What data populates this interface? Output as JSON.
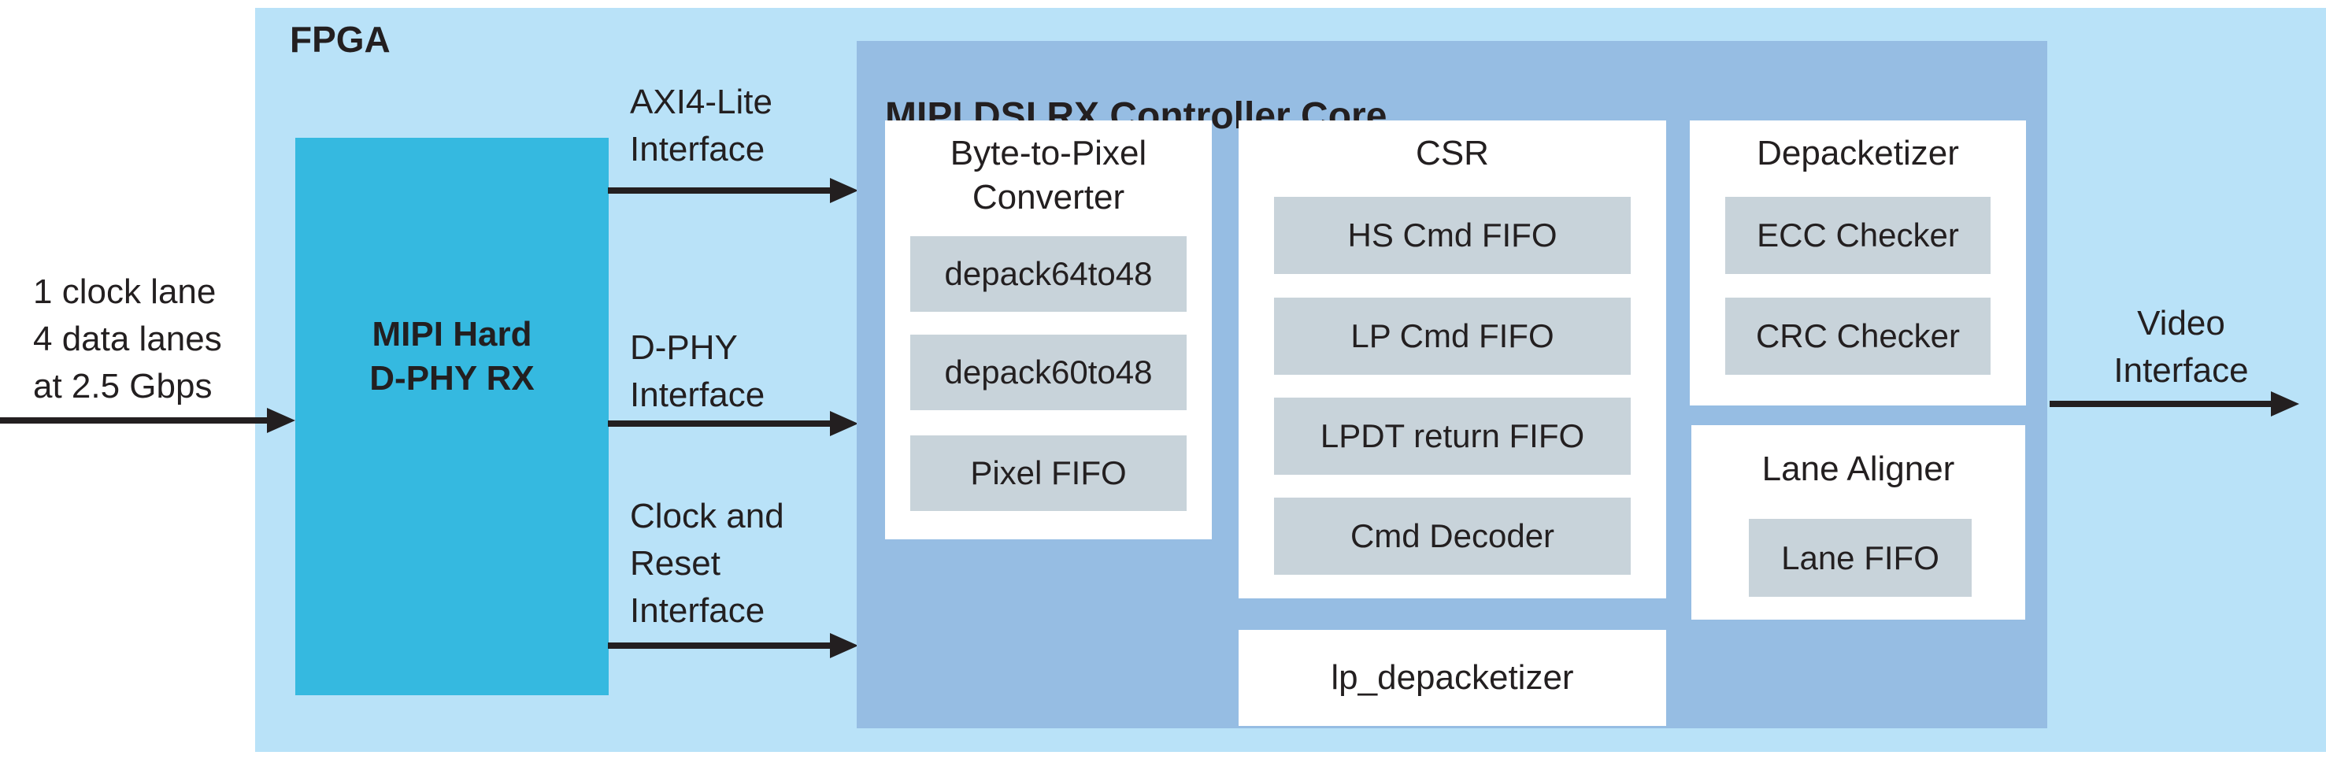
{
  "fpga_label": "FPGA",
  "core_title": "MIPI DSI RX Controller Core",
  "input_label": {
    "lines": [
      "1 clock lane",
      "4 data lanes",
      "at 2.5 Gbps"
    ]
  },
  "phy_block": {
    "lines": [
      "MIPI Hard",
      "D-PHY RX"
    ]
  },
  "interfaces": [
    {
      "id": "axi4-lite",
      "lines": [
        "AXI4-Lite",
        "Interface"
      ]
    },
    {
      "id": "d-phy",
      "lines": [
        "D-PHY",
        "Interface"
      ]
    },
    {
      "id": "clock-reset",
      "lines": [
        "Clock and",
        "Reset",
        "Interface"
      ]
    }
  ],
  "output_label": {
    "lines": [
      "Video",
      "Interface"
    ]
  },
  "core_panels": {
    "byte_to_pixel": {
      "title": "Byte-to-Pixel Converter",
      "items": [
        "depack64to48",
        "depack60to48",
        "Pixel FIFO"
      ]
    },
    "csr": {
      "title": "CSR",
      "items": [
        "HS Cmd FIFO",
        "LP Cmd FIFO",
        "LPDT return FIFO",
        "Cmd Decoder"
      ]
    },
    "depacketizer": {
      "title": "Depacketizer",
      "items": [
        "ECC Checker",
        "CRC Checker"
      ]
    },
    "lane_aligner": {
      "title": "Lane Aligner",
      "items": [
        "Lane FIFO"
      ]
    },
    "lp_depacketizer_label": "lp_depacketizer"
  },
  "colors": {
    "fpga-bg": "#b9e2f8",
    "core-bg": "#96bde3",
    "phy-bg": "#35b9e0",
    "item-bg": "#c8d3da",
    "panel-bg": "#ffffff",
    "ink": "#231f20"
  }
}
